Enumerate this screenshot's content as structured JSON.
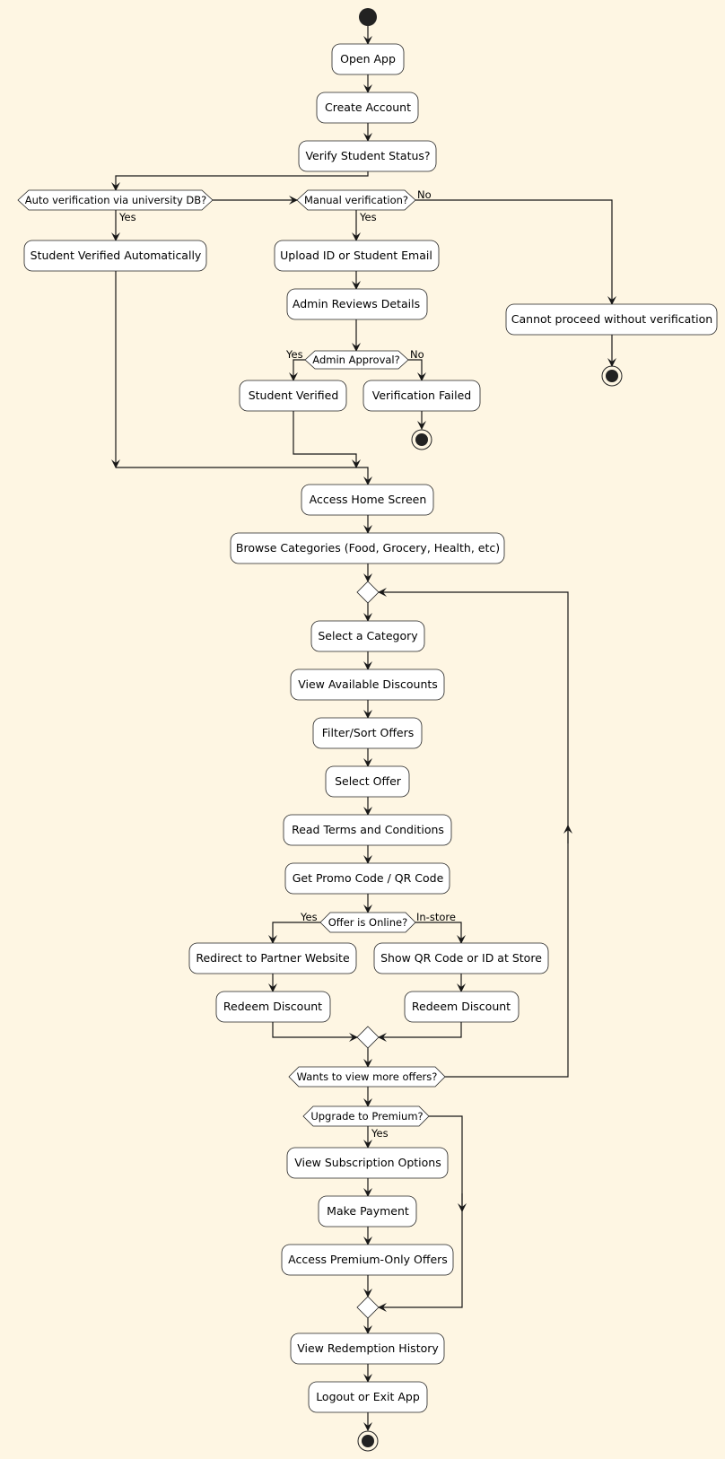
{
  "colors": {
    "background": "#FEF6E3",
    "node_fill": "#FFFFFF",
    "stroke": "#181818"
  },
  "nodes": {
    "open_app": "Open App",
    "create_account": "Create Account",
    "verify_status": "Verify Student Status?",
    "verified_auto": "Student Verified Automatically",
    "upload_id": "Upload ID or Student Email",
    "admin_reviews": "Admin Reviews Details",
    "student_verified": "Student Verified",
    "verification_failed": "Verification Failed",
    "cannot_proceed": "Cannot proceed without verification",
    "home": "Access Home Screen",
    "browse": "Browse Categories (Food, Grocery, Health, etc)",
    "select_category": "Select a Category",
    "view_discounts": "View Available Discounts",
    "filter": "Filter/Sort Offers",
    "select_offer": "Select Offer",
    "terms": "Read Terms and Conditions",
    "promo": "Get Promo Code / QR Code",
    "redirect": "Redirect to Partner Website",
    "show_qr": "Show QR Code or ID at Store",
    "redeem_online": "Redeem Discount",
    "redeem_store": "Redeem Discount",
    "subscription": "View Subscription Options",
    "payment": "Make Payment",
    "premium_offers": "Access Premium-Only Offers",
    "history": "View Redemption History",
    "logout": "Logout or Exit App"
  },
  "decisions": {
    "auto_db": "Auto verification via university DB?",
    "manual": "Manual verification?",
    "admin_approval": "Admin Approval?",
    "online": "Offer is Online?",
    "more_offers": "Wants to view more offers?",
    "premium": "Upgrade to Premium?"
  },
  "labels": {
    "auto_yes": "Yes",
    "manual_yes": "Yes",
    "manual_no": "No",
    "admin_yes": "Yes",
    "admin_no": "No",
    "online_yes": "Yes",
    "online_instore": "In-store",
    "premium_yes": "Yes"
  }
}
